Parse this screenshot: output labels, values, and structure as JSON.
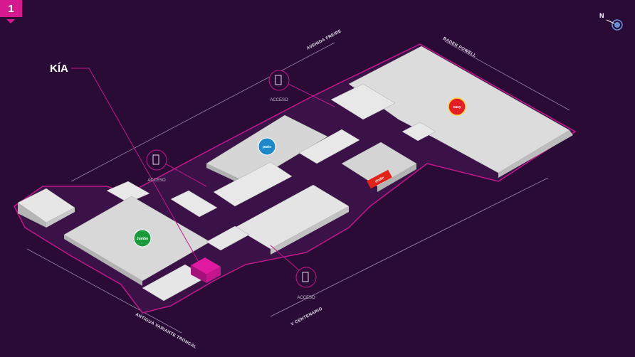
{
  "floor": {
    "number": "1"
  },
  "compass": {
    "label": "N"
  },
  "callout": {
    "label": "KÍA"
  },
  "streets": [
    {
      "name": "AVENIDA FREIRE"
    },
    {
      "name": "BADEN POWELL"
    },
    {
      "name": "ANTIGUA VARIANTE TRONCAL"
    },
    {
      "name": "V CENTENARIO"
    }
  ],
  "entrances": [
    {
      "label": "ACCESO"
    },
    {
      "label": "ACCESO"
    },
    {
      "label": "ACCESO"
    }
  ],
  "anchors": [
    {
      "label": "easy",
      "color": "#e31e24"
    },
    {
      "label": "paris",
      "color": "#1e88c8"
    },
    {
      "label": "dodin",
      "color": "#e2231a"
    },
    {
      "label": "Jumbo",
      "color": "#1a9a3a"
    }
  ],
  "colors": {
    "background": "#2a0b36",
    "accent": "#d6198f",
    "building": "#d9d9d9"
  }
}
